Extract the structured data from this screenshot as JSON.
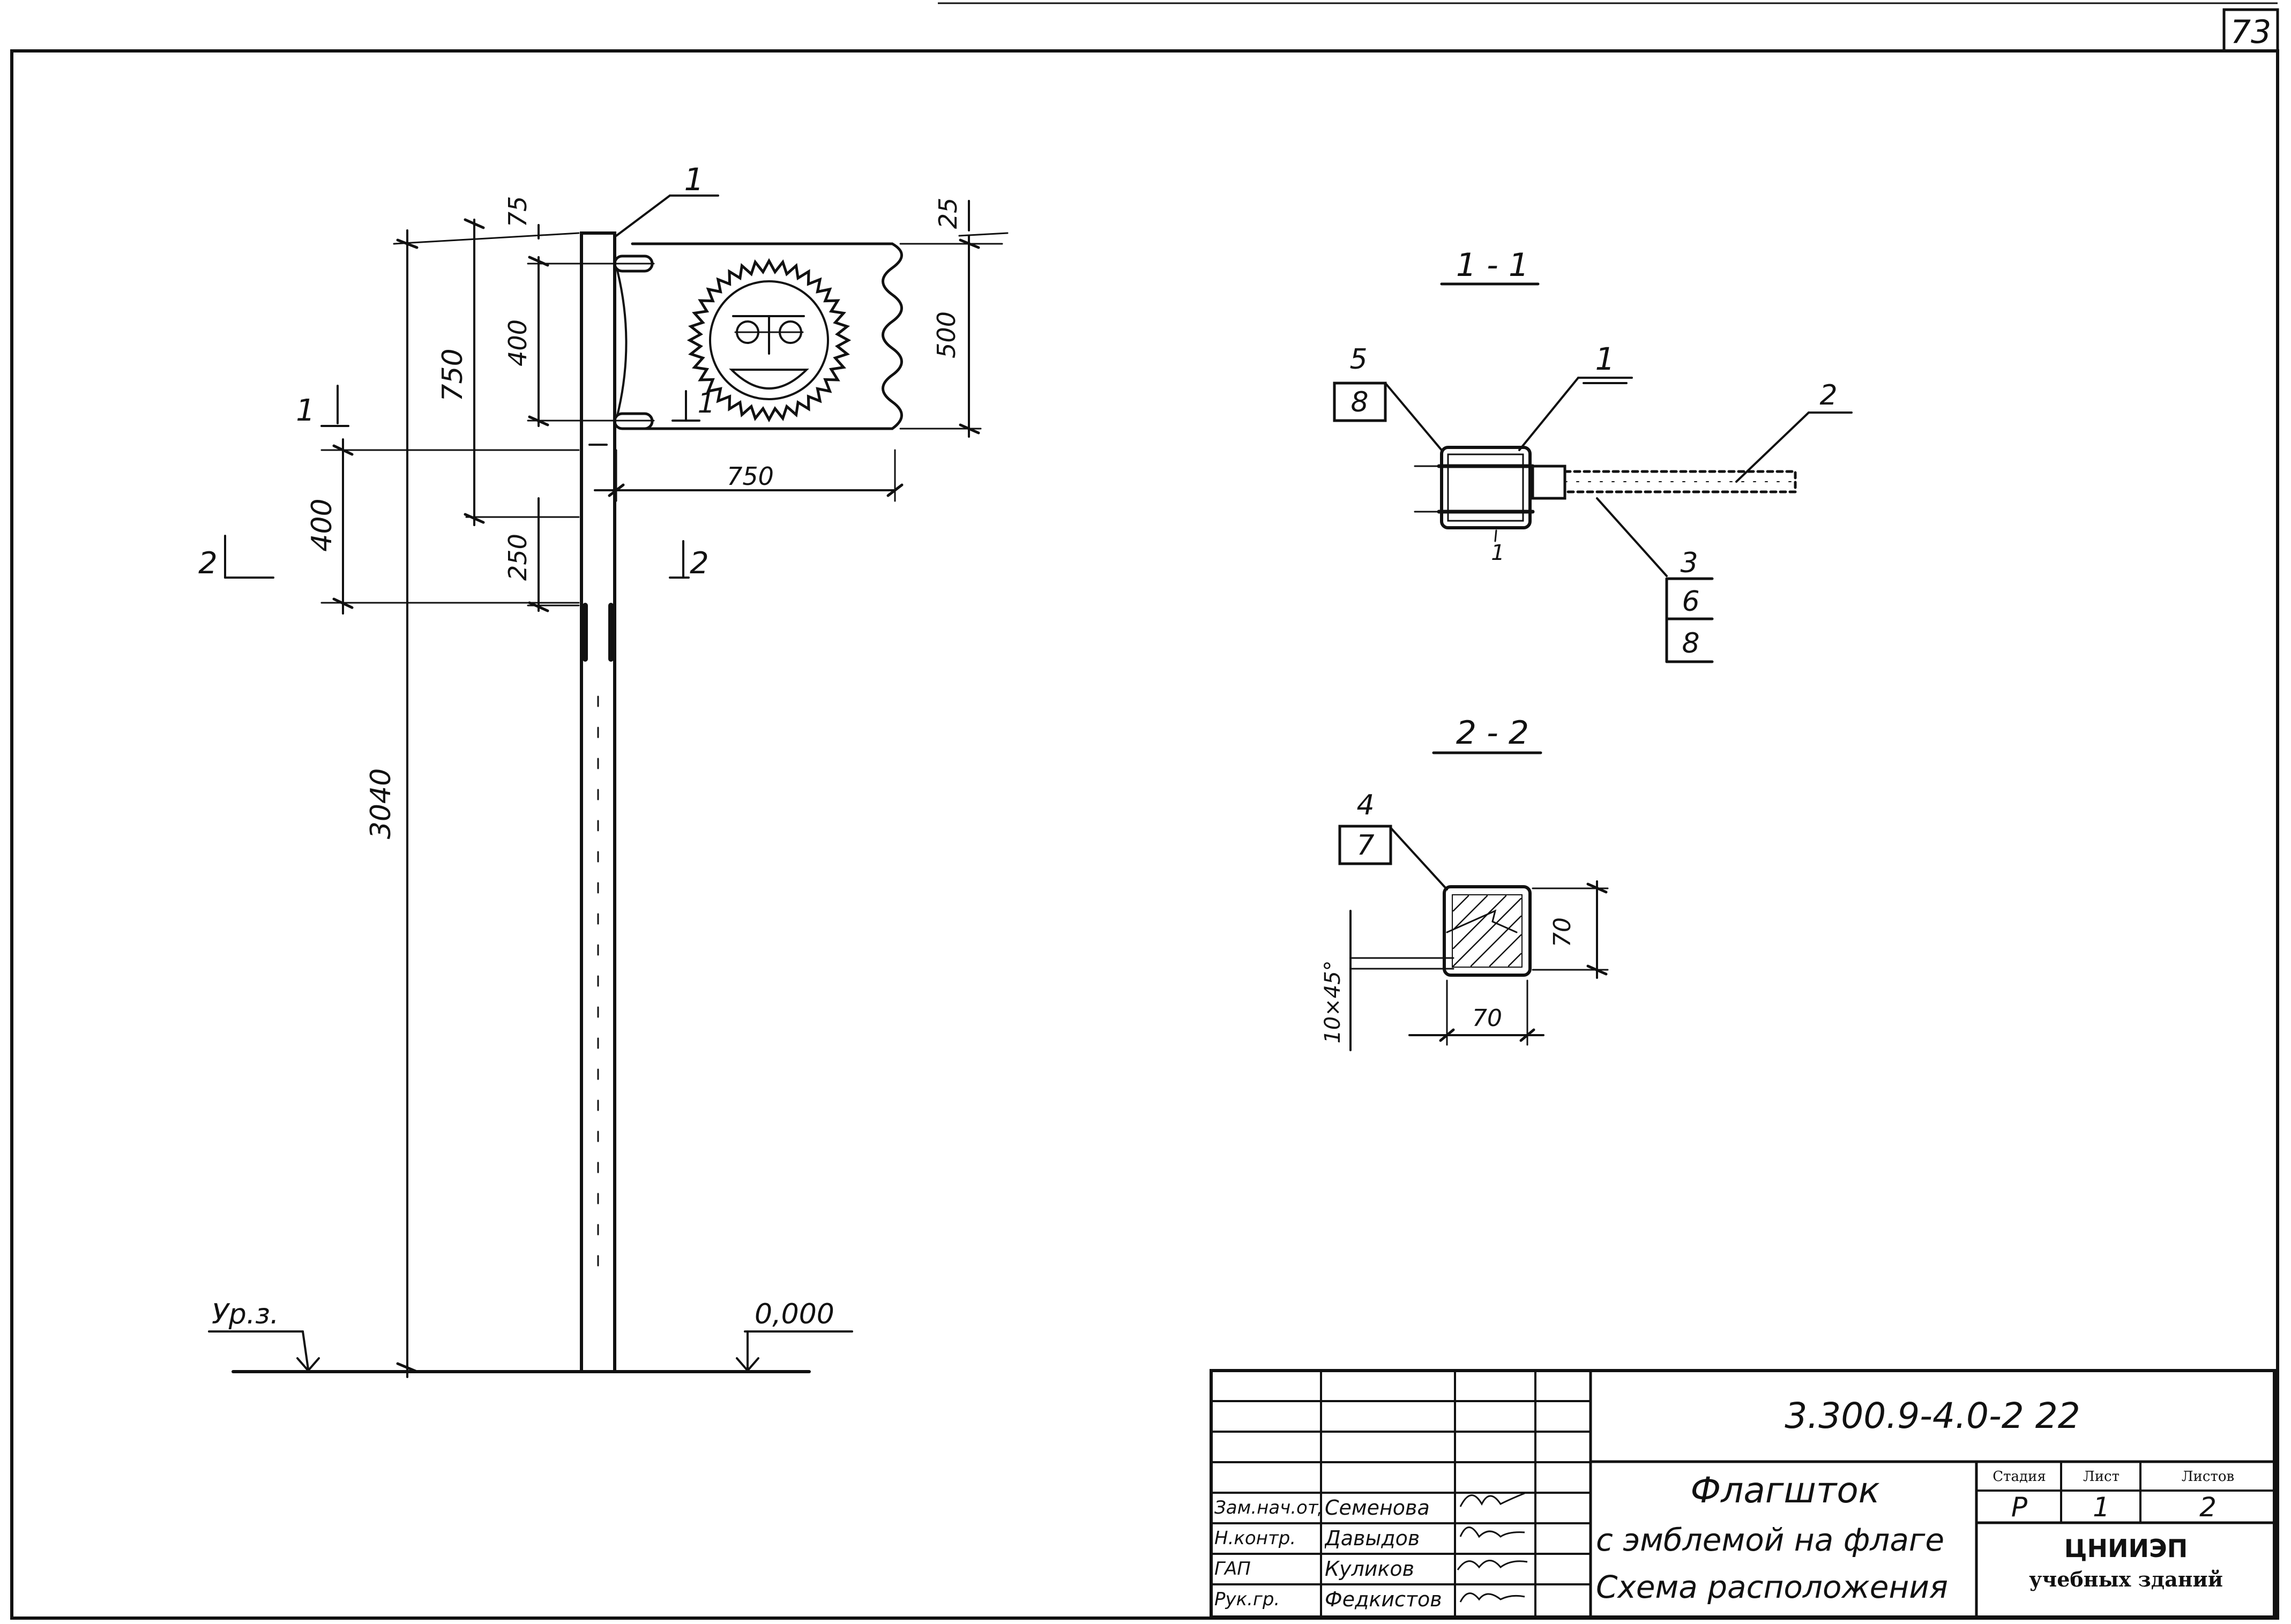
{
  "sheet_number": "73",
  "elevation": {
    "dims": {
      "total_height": "3040",
      "flag_height_total": "750",
      "top_offset": "75",
      "clamp_spacing": "400",
      "lower_section": "400",
      "sleeve": "250",
      "flag_width": "750",
      "flag_height": "500",
      "flag_top_offset": "25"
    },
    "callout_1": "1",
    "section_marker_1": "1",
    "section_marker_2": "2",
    "level_label": "Ур.з.",
    "level_value": "0,000"
  },
  "section_1": {
    "title": "1 - 1",
    "callouts": [
      {
        "pos": "5",
        "ref": "8"
      },
      {
        "pos": "1",
        "ref": ""
      },
      {
        "pos": "2",
        "ref": ""
      },
      {
        "pos": "3",
        "ref": "6",
        "ref2": "8"
      }
    ],
    "minor_label": "1"
  },
  "section_2": {
    "title": "2 - 2",
    "callout": {
      "pos": "4",
      "ref": "7"
    },
    "dim_width": "70",
    "dim_height": "70",
    "chamfer": "10×45°"
  },
  "title_block": {
    "code": "3.300.9-4.0-2 22",
    "title_line1": "Флагшток",
    "title_line2": "с эмблемой на флаге",
    "title_line3": "Схема расположения",
    "stage_header": "Стадия",
    "sheet_header": "Лист",
    "sheets_header": "Листов",
    "stage": "Р",
    "sheet": "1",
    "sheets": "2",
    "org_line1": "ЦНИИЭП",
    "org_line2": "учебных зданий",
    "signatures": [
      {
        "role": "Зам.нач.отд.",
        "name": "Семенова"
      },
      {
        "role": "Н.контр.",
        "name": "Давыдов"
      },
      {
        "role": "ГАП",
        "name": "Куликов"
      },
      {
        "role": "Рук.гр.",
        "name": "Федкистов"
      }
    ]
  }
}
